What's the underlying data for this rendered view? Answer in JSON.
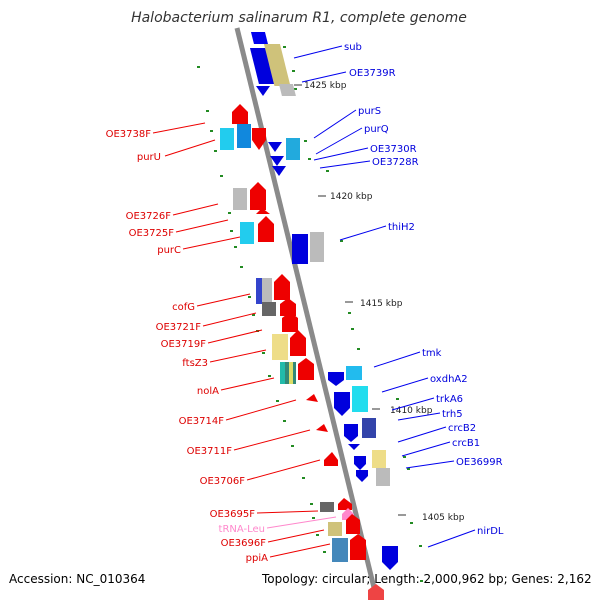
{
  "title": "Halobacterium salinarum R1, complete genome",
  "footer": {
    "accession": "NC_010364",
    "topology": "circular",
    "length": "2,000,962 bp",
    "genes": "2,162"
  },
  "footer_text": {
    "accession_line": "Accession: NC_010364",
    "stats_line": "Topology: circular; Length: 2,000,962 bp; Genes: 2,162"
  },
  "scale_labels": [
    "1425 kbp",
    "1420 kbp",
    "1415 kbp",
    "1410 kbp",
    "1405 kbp"
  ],
  "left_labels": [
    "OE3738F",
    "purU",
    "OE3726F",
    "OE3725F",
    "purC",
    "cofG",
    "OE3721F",
    "OE3719F",
    "ftsZ3",
    "nolA",
    "OE3714F",
    "OE3711F",
    "OE3706F",
    "OE3695F",
    "tRNA-Leu",
    "OE3696F",
    "ppiA"
  ],
  "right_labels": [
    "sub",
    "OE3739R",
    "purS",
    "purQ",
    "OE3730R",
    "OE3728R",
    "thiH2",
    "tmk",
    "oxdhA2",
    "trkA6",
    "trh5",
    "crcB2",
    "crcB1",
    "OE3699R",
    "nirDL"
  ],
  "colors": {
    "forward_strand": "#ff0000",
    "reverse_strand": "#0000ff",
    "trna_label": "#ff88cc",
    "axis": "#888888",
    "tick": "#228b22"
  }
}
